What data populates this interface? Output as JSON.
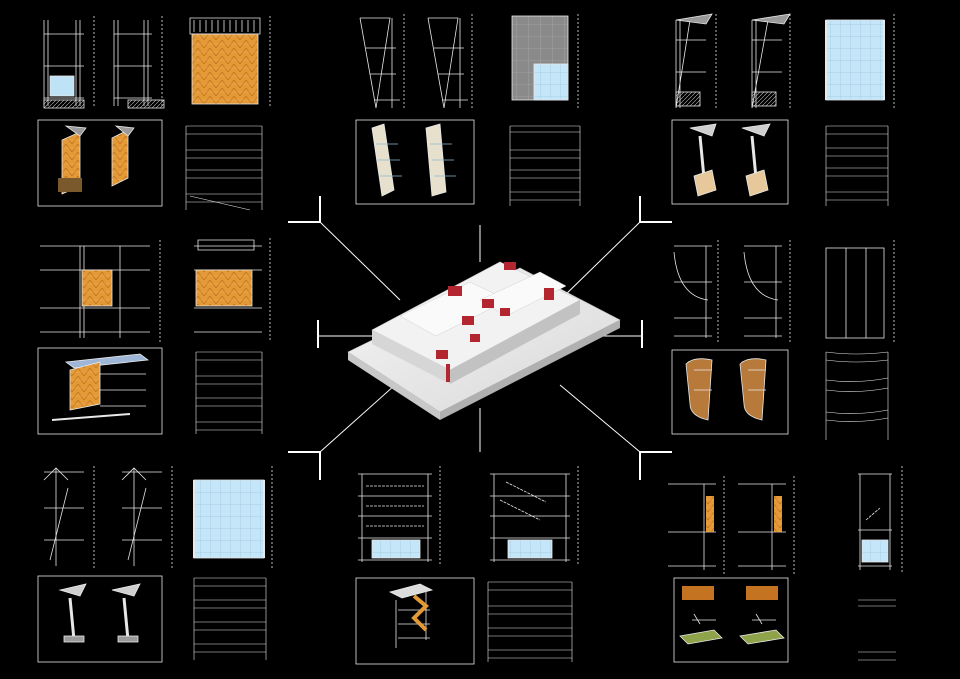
{
  "sheet": {
    "background": "#000000",
    "colors": {
      "line": "#e8e8e8",
      "dim": "#9a9a9a",
      "orange_panel": "#e39a36",
      "orange_dark": "#c47420",
      "glass": "#bfe3f6",
      "model_white": "#e9e9e9",
      "model_red": "#b3262f",
      "green": "#8fa34a",
      "wood": "#b77a3a"
    },
    "center_model": "massing-model-axonometric",
    "detail_groups": [
      {
        "id": "top-left",
        "facade": "orange-panel",
        "views": [
          "section-a",
          "section-b",
          "elevation",
          "axonometric",
          "plan-details"
        ]
      },
      {
        "id": "top-center",
        "facade": "glass-grid",
        "views": [
          "section-a",
          "section-b",
          "elevation",
          "axonometric",
          "plan-details"
        ]
      },
      {
        "id": "top-right",
        "facade": "glass-curtain",
        "views": [
          "section-a",
          "section-b",
          "elevation",
          "axonometric",
          "plan-details"
        ]
      },
      {
        "id": "mid-left",
        "facade": "orange-panel",
        "views": [
          "section",
          "elevation",
          "axonometric",
          "plan-details"
        ]
      },
      {
        "id": "mid-right",
        "facade": "wood-curved",
        "views": [
          "section-a",
          "section-b",
          "elevation",
          "axonometric",
          "plan-details"
        ]
      },
      {
        "id": "bottom-left",
        "facade": "glass-curtain",
        "views": [
          "section-a",
          "section-b",
          "elevation",
          "axonometric",
          "plan-details"
        ]
      },
      {
        "id": "bottom-center",
        "facade": "glass-louver",
        "views": [
          "section-a",
          "section-b",
          "axonometric",
          "plan-details"
        ]
      },
      {
        "id": "bottom-right",
        "facade": "wood-canopy",
        "views": [
          "section-a",
          "section-b",
          "section-c",
          "axonometric",
          "plan-details"
        ]
      }
    ]
  }
}
